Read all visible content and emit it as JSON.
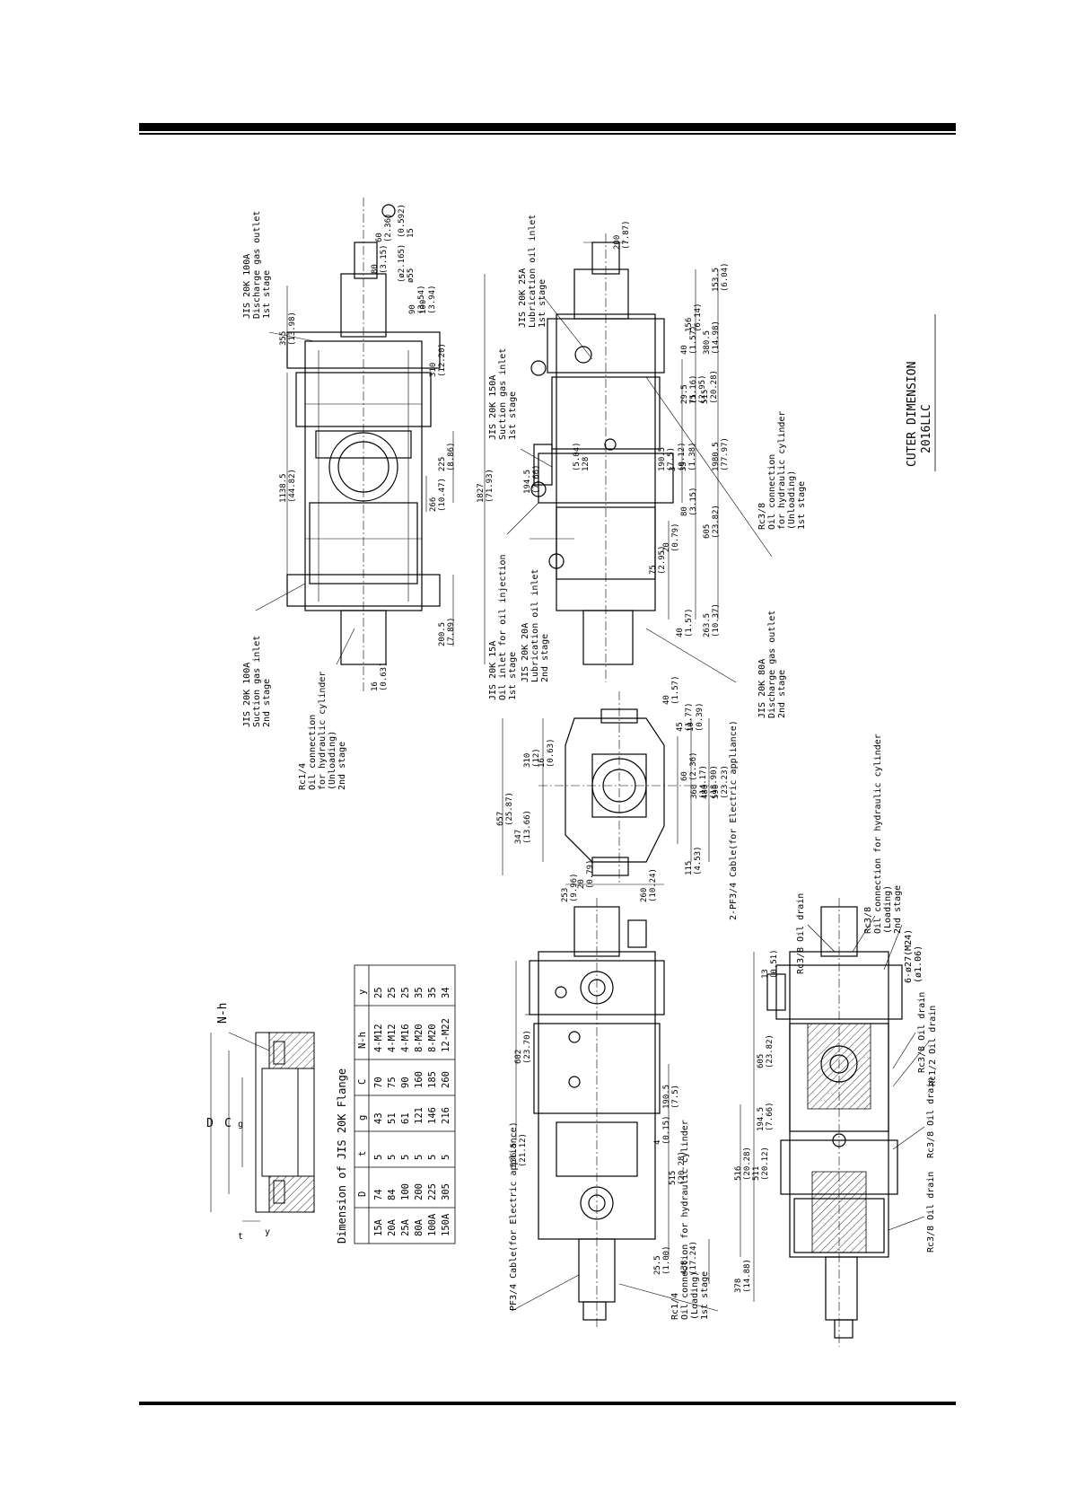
{
  "title": {
    "line1": "CUTER DIMENSION",
    "line2": "2016LLC"
  },
  "top_view": {
    "labels": [
      {
        "id": "discharge-1st",
        "lines": [
          "JIS 20K 100A",
          "Discharge gas outlet",
          "1st stage"
        ]
      },
      {
        "id": "suction-2nd",
        "lines": [
          "JIS 20K 100A",
          "Suction gas inlet",
          "2nd stage"
        ]
      },
      {
        "id": "rc14-unloading",
        "lines": [
          "Rc1/4",
          "Oil connection",
          "for hydraulic cylinder",
          "(Unloading)",
          "2nd stage"
        ]
      }
    ],
    "dims": [
      "355\n(13.98)",
      "1138.5\n(44.82)",
      "1827\n(71.93)",
      "60\n(2.36)",
      "80\n(3.15)",
      "90\n(3.54)",
      "100\n(3.94)",
      "310\n(12.20)",
      "225\n(8.86)",
      "266\n(10.47)",
      "200.5\n(7.89)",
      "16\n(0.63)",
      "ø55",
      "(ø2.165)",
      "15",
      "(0.592)"
    ]
  },
  "side_view": {
    "labels": [
      {
        "id": "lube-inlet-1st",
        "lines": [
          "JIS 20K 25A",
          "Lubrication oil inlet",
          "1st stage"
        ]
      },
      {
        "id": "suction-1st",
        "lines": [
          "JIS 20K 150A",
          "Suction gas inlet",
          "1st stage"
        ]
      },
      {
        "id": "oil-injection",
        "lines": [
          "JIS 20K 15A",
          "Oil inlet for oil injection",
          "1st stage"
        ]
      },
      {
        "id": "lube-inlet-2nd",
        "lines": [
          "JIS 20K 20A",
          "Lubrication oil inlet",
          "2nd stage"
        ]
      },
      {
        "id": "discharge-2nd",
        "lines": [
          "JIS 20K 80A",
          "Discharge gas outlet",
          "2nd stage"
        ]
      },
      {
        "id": "rc38-unloading",
        "lines": [
          "Rc3/8",
          "Oil connection",
          "for hydraulic cylinder",
          "(Unloading)",
          "1st stage"
        ]
      }
    ],
    "dims": [
      "200\n(7.87)",
      "153.5\n(6.04)",
      "156\n(6.14)",
      "40\n(1.57)",
      "380.5\n(14.98)",
      "29.5\n(1.16)",
      "75\n(2.95)",
      "515\n(20.28)",
      "190.5\n(7.5)",
      "3\n(0.12)",
      "35\n(1.38)",
      "1980.5\n(77.97)",
      "194.5\n(7.66)",
      "128",
      "(5.04)",
      "80\n(3.15)",
      "605\n(23.82)",
      "20\n(0.79)",
      "75\n(2.95)",
      "263.5\n(10.37)",
      "40\n(1.57)"
    ]
  },
  "end_view": {
    "cable_label": "2-PF3/4 Cable(for Electric appliance)",
    "dims": [
      "657\n(25.87)",
      "347\n(13.66)",
      "310\n(12)",
      "16\n(0.63)",
      "60\n(2.36)",
      "360\n(14.17)",
      "480\n(18.90)",
      "590\n(23.23)",
      "40\n(1.57)",
      "45\n(1.77)",
      "10\n(0.39)",
      "115\n(4.53)",
      "20\n(0.79)",
      "253\n(9.96)",
      "260\n(10.24)"
    ]
  },
  "flange_table": {
    "title": "Dimension of JIS 20K Flange",
    "headers": [
      "D",
      "t",
      "g",
      "C",
      "N-h",
      "y"
    ],
    "rows": [
      [
        "15A",
        "74",
        "5",
        "43",
        "70",
        "4-M12",
        "25"
      ],
      [
        "20A",
        "84",
        "5",
        "51",
        "75",
        "4-M12",
        "25"
      ],
      [
        "25A",
        "100",
        "5",
        "61",
        "90",
        "4-M16",
        "25"
      ],
      [
        "80A",
        "200",
        "5",
        "121",
        "160",
        "8-M20",
        "35"
      ],
      [
        "100A",
        "225",
        "5",
        "146",
        "185",
        "8-M20",
        "35"
      ],
      [
        "150A",
        "305",
        "5",
        "216",
        "260",
        "12-M22",
        "34"
      ]
    ],
    "section_labels": [
      "D",
      "C",
      "g",
      "N-h",
      "t",
      "y"
    ]
  },
  "lower_views": {
    "labels": [
      {
        "id": "pf34-cable",
        "lines": [
          "PF3/4 Cable(for Electric appliance)"
        ]
      },
      {
        "id": "rc14-loading",
        "lines": [
          "Rc1/4",
          "Oil connection for hydraulic cylinder",
          "(Loading)",
          "1st stage"
        ]
      },
      {
        "id": "rc38-drain-a",
        "lines": [
          "Rc3/8 Oil drain"
        ]
      },
      {
        "id": "rc38-loading",
        "lines": [
          "Rc3/8",
          "Oil connection for hydraulic cylinder",
          "(Loading)",
          "2nd stage"
        ]
      },
      {
        "id": "bolt-hole",
        "lines": [
          "6-ø27(M24)",
          "(ø1.06)"
        ]
      },
      {
        "id": "rc38-drain-b",
        "lines": [
          "Rc3/8 Oil drain"
        ]
      },
      {
        "id": "rc12-drain",
        "lines": [
          "Rc1/2 Oil drain"
        ]
      },
      {
        "id": "rc38-drain-c",
        "lines": [
          "Rc3/8 Oil drain"
        ]
      },
      {
        "id": "rc38-drain-d",
        "lines": [
          "Rc3/8 Oil drain"
        ]
      }
    ],
    "dims": [
      "602\n(23.70)",
      "536.5\n(21.12)",
      "190.5\n(7.5)",
      "4\n(0.15)",
      "515\n(20.28)",
      "25.5\n(1.00)",
      "438\n(17.24)",
      "13\n(0.51)",
      "605\n(23.82)",
      "194.5\n(7.66)",
      "516\n(20.28)",
      "511\n(20.12)",
      "378\n(14.88)"
    ]
  }
}
